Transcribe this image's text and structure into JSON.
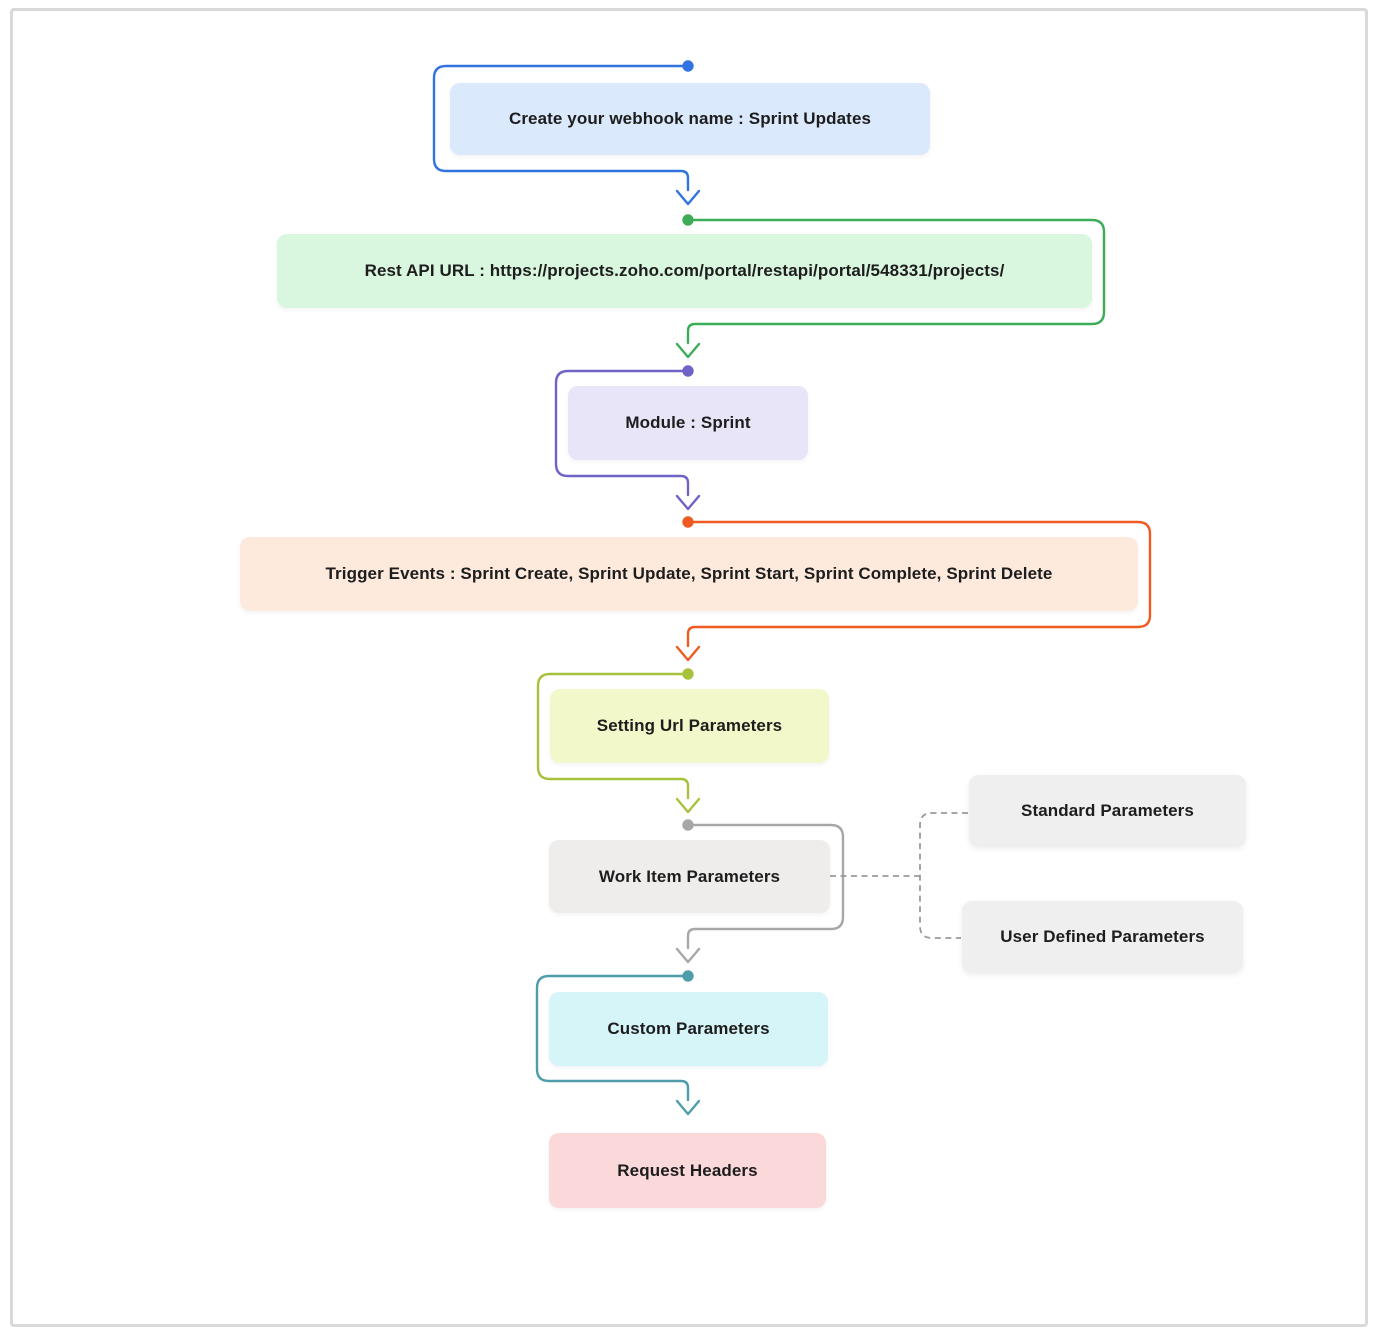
{
  "frame": {
    "border_color": "#d9d9d9",
    "background": "#ffffff"
  },
  "flow": {
    "text_color": "#1d1d1d",
    "nodes": [
      {
        "id": "webhook-name",
        "label": "Create your webhook name : Sprint Updates",
        "bg": "#dbe9fc",
        "connector_color": "#3173e0"
      },
      {
        "id": "rest-api-url",
        "label": "Rest API URL : https://projects.zoho.com/portal/restapi/portal/548331/projects/",
        "bg": "#d9f6de",
        "connector_color": "#3dac58"
      },
      {
        "id": "module",
        "label": "Module : Sprint",
        "bg": "#e8e5f9",
        "connector_color": "#6f63c8"
      },
      {
        "id": "trigger-events",
        "label": "Trigger Events : Sprint Create, Sprint Update, Sprint Start, Sprint Complete, Sprint Delete",
        "bg": "#fdeadd",
        "connector_color": "#f05a23"
      },
      {
        "id": "setting-url-parameters",
        "label": "Setting Url Parameters",
        "bg": "#f2f8c9",
        "connector_color": "#a6c23c"
      },
      {
        "id": "work-item-parameters",
        "label": "Work Item Parameters",
        "bg": "#efedec",
        "connector_color": "#a7a7a5"
      },
      {
        "id": "custom-parameters",
        "label": "Custom Parameters",
        "bg": "#d6f5f9",
        "connector_color": "#4f9dab"
      },
      {
        "id": "request-headers",
        "label": "Request Headers",
        "bg": "#fbd8da",
        "connector_color": null
      }
    ],
    "side_nodes": [
      {
        "id": "standard-parameters",
        "label": "Standard Parameters",
        "bg": "#efefef"
      },
      {
        "id": "user-defined-parameters",
        "label": "User Defined Parameters",
        "bg": "#efefef"
      }
    ],
    "branch_connector_color": "#9b9b9b"
  }
}
